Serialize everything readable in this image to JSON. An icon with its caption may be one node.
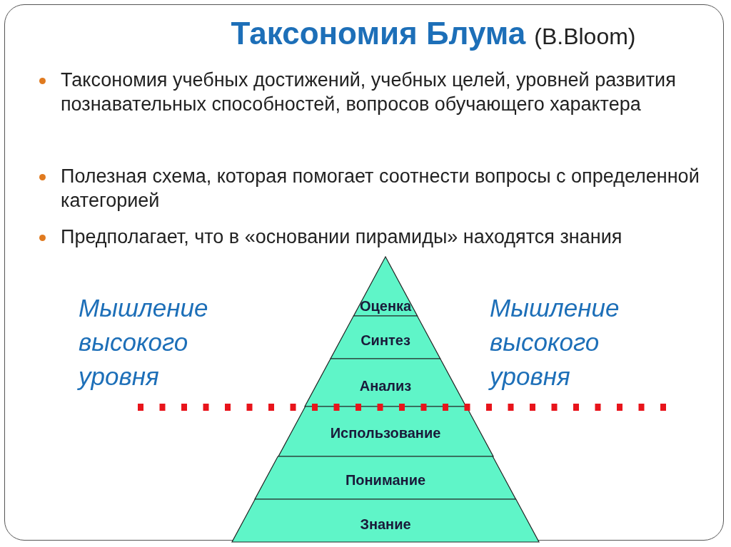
{
  "diagram": {
    "title": "Таксономия Блума",
    "nodes": [
      {
        "text": [
          "Оценка"
        ]
      },
      {
        "text": [
          "Синтез"
        ]
      },
      {
        "text": [
          "Анализ"
        ]
      },
      {
        "text": [
          "Использование"
        ]
      },
      {
        "text": [
          "Понимание"
        ]
      },
      {
        "text": [
          "Знание"
        ]
      }
    ],
    "labels": [
      "(B.Bloom)",
      "Таксономия учебных достижений, учебных целей, уровней развития познавательных способностей, вопросов обучающего характера",
      "Полезная схема, которая помогает соотнести вопросы с определенной категорией",
      "Предполагает, что в «основании пирамиды» находятся знания",
      "Мышление высокого уровня",
      "Мышление высокого уровня"
    ]
  }
}
